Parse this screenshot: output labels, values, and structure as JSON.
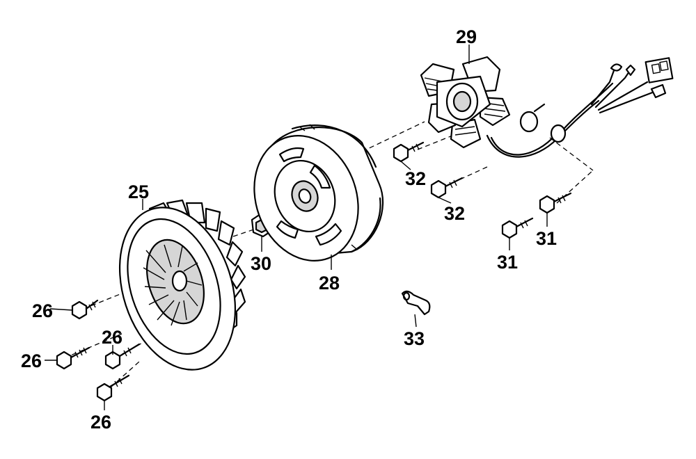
{
  "diagram": {
    "parts": [
      {
        "id": "25",
        "name": "cooling fan"
      },
      {
        "id": "26",
        "name": "fan bolt"
      },
      {
        "id": "28",
        "name": "flywheel rotor"
      },
      {
        "id": "29",
        "name": "stator assembly"
      },
      {
        "id": "30",
        "name": "flywheel nut"
      },
      {
        "id": "31",
        "name": "stator bolt"
      },
      {
        "id": "32",
        "name": "stator bolt"
      },
      {
        "id": "33",
        "name": "wire clamp"
      }
    ],
    "labels": {
      "p25": "25",
      "p26a": "26",
      "p26b": "26",
      "p26c": "26",
      "p26d": "26",
      "p28": "28",
      "p29": "29",
      "p30": "30",
      "p31a": "31",
      "p31b": "31",
      "p32a": "32",
      "p32b": "32",
      "p33": "33"
    }
  }
}
